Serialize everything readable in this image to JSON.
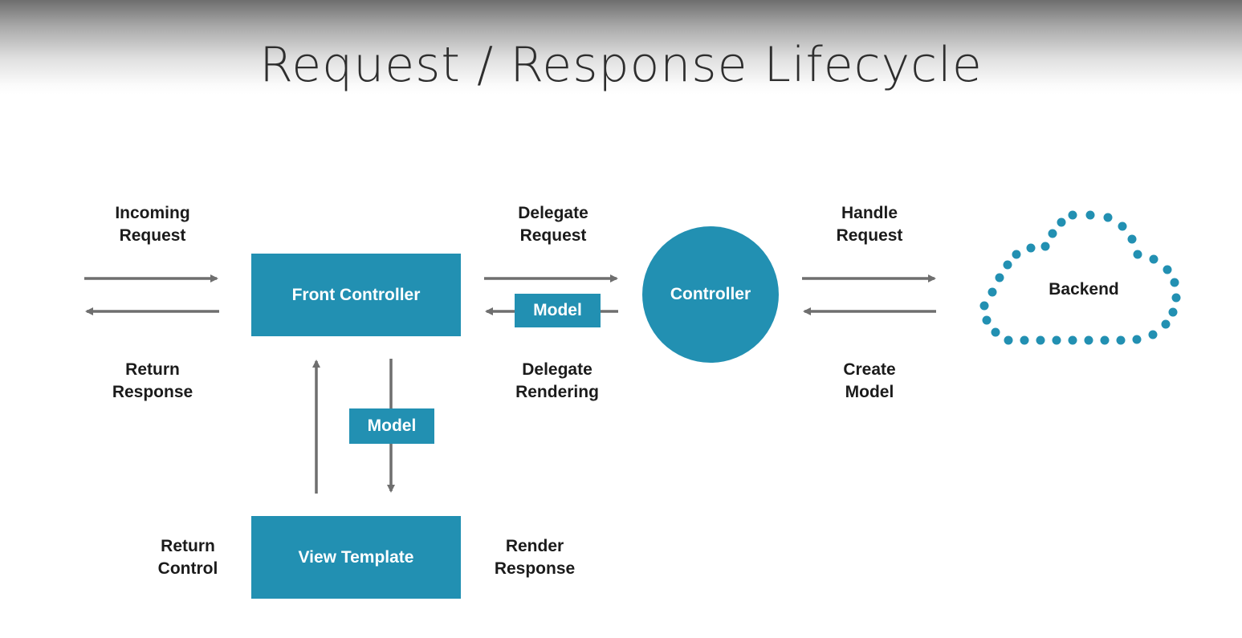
{
  "title": "Request / Response Lifecycle",
  "colors": {
    "node": "#2290b2",
    "arrow": "#6f6f6f",
    "text": "#1b1b1b"
  },
  "nodes": {
    "front_controller": "Front Controller",
    "controller": "Controller",
    "view_template": "View Template",
    "backend": "Backend",
    "model_horizontal": "Model",
    "model_vertical": "Model"
  },
  "labels": {
    "incoming_request": "Incoming\nRequest",
    "return_response": "Return\nResponse",
    "delegate_request": "Delegate\nRequest",
    "delegate_rendering": "Delegate\nRendering",
    "handle_request": "Handle\nRequest",
    "create_model": "Create\nModel",
    "return_control": "Return\nControl",
    "render_response": "Render\nResponse"
  }
}
